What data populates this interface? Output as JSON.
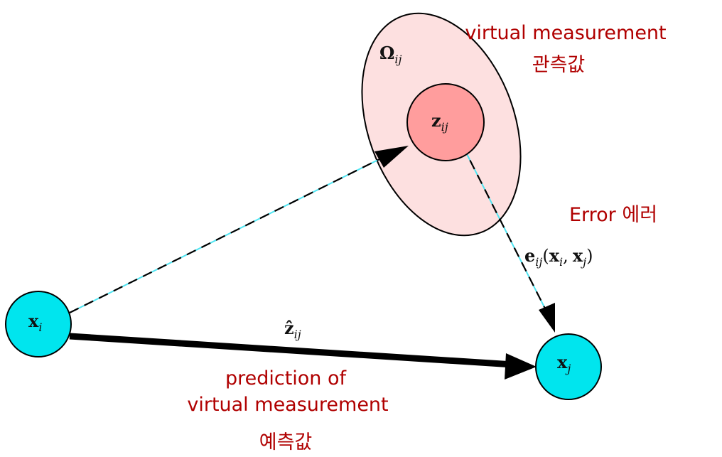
{
  "colors": {
    "node_fill": "#00e5ee",
    "ellipse_fill": "#fde0e0",
    "measurement_fill": "#ff9d9d",
    "annotation_text": "#b00000",
    "dashed_highlight": "#4ee5f2",
    "edge": "#000000"
  },
  "nodes": {
    "xi": {
      "base": "x",
      "sub": "i"
    },
    "xj": {
      "base": "x",
      "sub": "j"
    },
    "zij": {
      "base": "z",
      "sub": "ij"
    }
  },
  "information_matrix": {
    "base": "Ω",
    "sub": "ij"
  },
  "prediction_edge_label": {
    "base": "ẑ",
    "sub": "ij"
  },
  "error_label": {
    "func": "e",
    "func_sub": "ij",
    "open": "(",
    "arg1": "x",
    "arg1_sub": "i",
    "comma": ",",
    "arg2": "x",
    "arg2_sub": "j",
    "close": ")"
  },
  "annotations": {
    "virtual_measurement_line1": "virtual measurement",
    "virtual_measurement_line2": "관측값",
    "error": "Error 에러",
    "prediction_line1": "prediction of",
    "prediction_line2": "virtual measurement",
    "prediction_line3": "예측값"
  }
}
